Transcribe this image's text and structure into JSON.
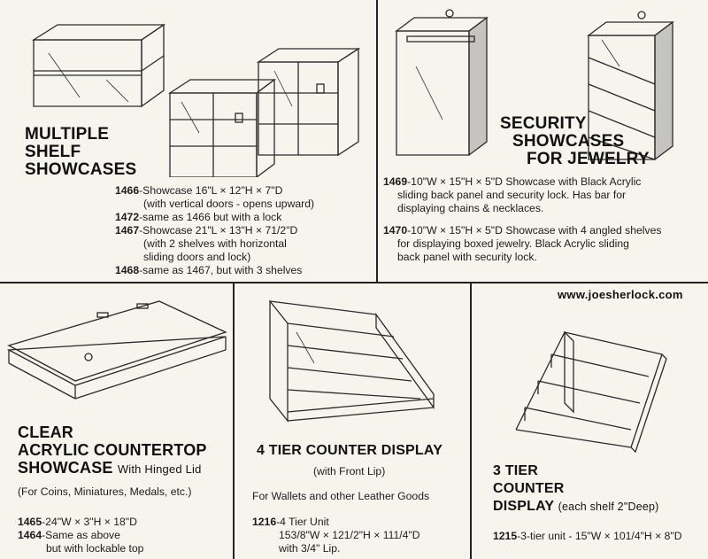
{
  "website": "www.joesherlock.com",
  "multiple_shelf": {
    "title_lines": [
      "MULTIPLE",
      "SHELF",
      "SHOWCASES"
    ],
    "items": [
      {
        "code": "1466",
        "lines": [
          "-Showcase 16\"L × 12\"H × 7\"D",
          "(with vertical doors - opens upward)"
        ]
      },
      {
        "code": "1472",
        "lines": [
          "-same as 1466 but with a lock"
        ]
      },
      {
        "code": "1467",
        "lines": [
          "-Showcase 21\"L × 13\"H × 71/2\"D",
          "(with 2 shelves with horizontal",
          "sliding doors and lock)"
        ]
      },
      {
        "code": "1468",
        "lines": [
          "-same as 1467, but with 3 shelves"
        ]
      }
    ]
  },
  "security": {
    "title_lines": [
      "SECURITY",
      "SHOWCASES",
      "FOR JEWELRY"
    ],
    "items": [
      {
        "code": "1469",
        "lines": [
          "-10\"W × 15\"H × 5\"D Showcase with Black Acrylic",
          "sliding back panel and security lock. Has bar for",
          "displaying chains & necklaces."
        ]
      },
      {
        "code": "1470",
        "lines": [
          "-10\"W × 15\"H × 5\"D Showcase with 4 angled shelves",
          "for displaying boxed jewelry. Black Acrylic sliding",
          "back panel with security lock."
        ]
      }
    ]
  },
  "countertop": {
    "title_line1": "CLEAR",
    "title_line2": "ACRYLIC COUNTERTOP",
    "title_line3": "SHOWCASE",
    "title_suffix": "With Hinged Lid",
    "subtitle": "(For Coins, Miniatures, Medals, etc.)",
    "items": [
      {
        "code": "1465",
        "lines": [
          "-24\"W × 3\"H × 18\"D"
        ]
      },
      {
        "code": "1464",
        "lines": [
          "-Same as above",
          "but with lockable top"
        ]
      }
    ]
  },
  "four_tier": {
    "title": "4 TIER COUNTER DISPLAY",
    "subtitle": "(with Front Lip)",
    "note": "For Wallets and other Leather Goods",
    "items": [
      {
        "code": "1216",
        "lines": [
          "-4 Tier Unit",
          "153/8\"W × 121/2\"H × 111/4\"D",
          "with 3/4\" Lip."
        ]
      }
    ]
  },
  "three_tier": {
    "title_lines": [
      "3 TIER",
      "COUNTER",
      "DISPLAY"
    ],
    "title_suffix": "(each shelf 2\"Deep)",
    "items": [
      {
        "code": "1215",
        "lines": [
          "-3-tier unit - 15\"W × 101/4\"H × 8\"D"
        ]
      }
    ]
  }
}
